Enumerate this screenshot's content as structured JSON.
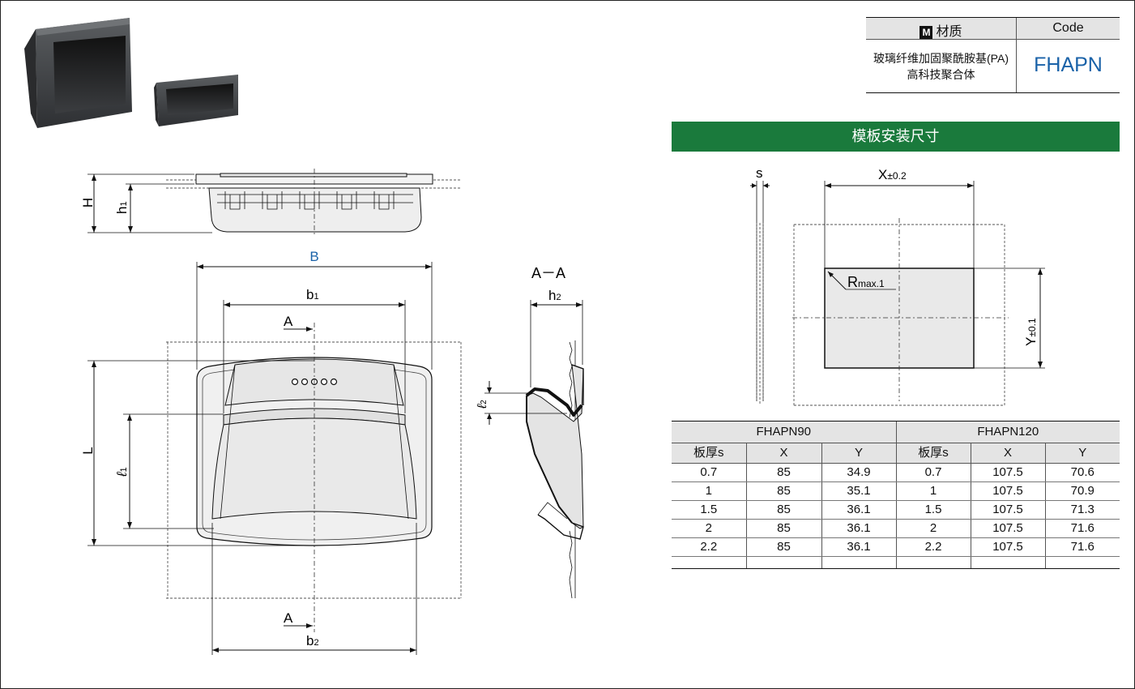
{
  "material_table": {
    "badge": "M",
    "header_material": "材质",
    "header_code": "Code",
    "material_line1": "玻璃纤维加固聚酰胺基(PA)",
    "material_line2": "高科技聚合体",
    "code": "FHAPN"
  },
  "cutout_section": {
    "title": "模板安装尺寸",
    "label_s": "s",
    "label_x": "X",
    "label_x_tol": "±0.2",
    "label_y": "Y",
    "label_y_tol": "±0.1",
    "label_r": "R",
    "label_r_sub": "max.1"
  },
  "drawing_labels": {
    "H": "H",
    "h1_main": "h",
    "h1_sub": "1",
    "B": "B",
    "b1_main": "b",
    "b1_sub": "1",
    "b2_main": "b",
    "b2_sub": "2",
    "A_top": "A",
    "A_bottom": "A",
    "L": "L",
    "l1_main": "ℓ",
    "l1_sub": "1",
    "section": "A－A",
    "h2_main": "h",
    "h2_sub": "2",
    "l2_main": "ℓ",
    "l2_sub": "2"
  },
  "size_table": {
    "group1": "FHAPN90",
    "group2": "FHAPN120",
    "col_thickness": "板厚s",
    "col_x": "X",
    "col_y": "Y",
    "rows": [
      {
        "s1": "0.7",
        "x1": "85",
        "y1": "34.9",
        "s2": "0.7",
        "x2": "107.5",
        "y2": "70.6"
      },
      {
        "s1": "1",
        "x1": "85",
        "y1": "35.1",
        "s2": "1",
        "x2": "107.5",
        "y2": "70.9"
      },
      {
        "s1": "1.5",
        "x1": "85",
        "y1": "36.1",
        "s2": "1.5",
        "x2": "107.5",
        "y2": "71.3"
      },
      {
        "s1": "2",
        "x1": "85",
        "y1": "36.1",
        "s2": "2",
        "x2": "107.5",
        "y2": "71.6"
      },
      {
        "s1": "2.2",
        "x1": "85",
        "y1": "36.1",
        "s2": "2.2",
        "x2": "107.5",
        "y2": "71.6"
      }
    ]
  }
}
